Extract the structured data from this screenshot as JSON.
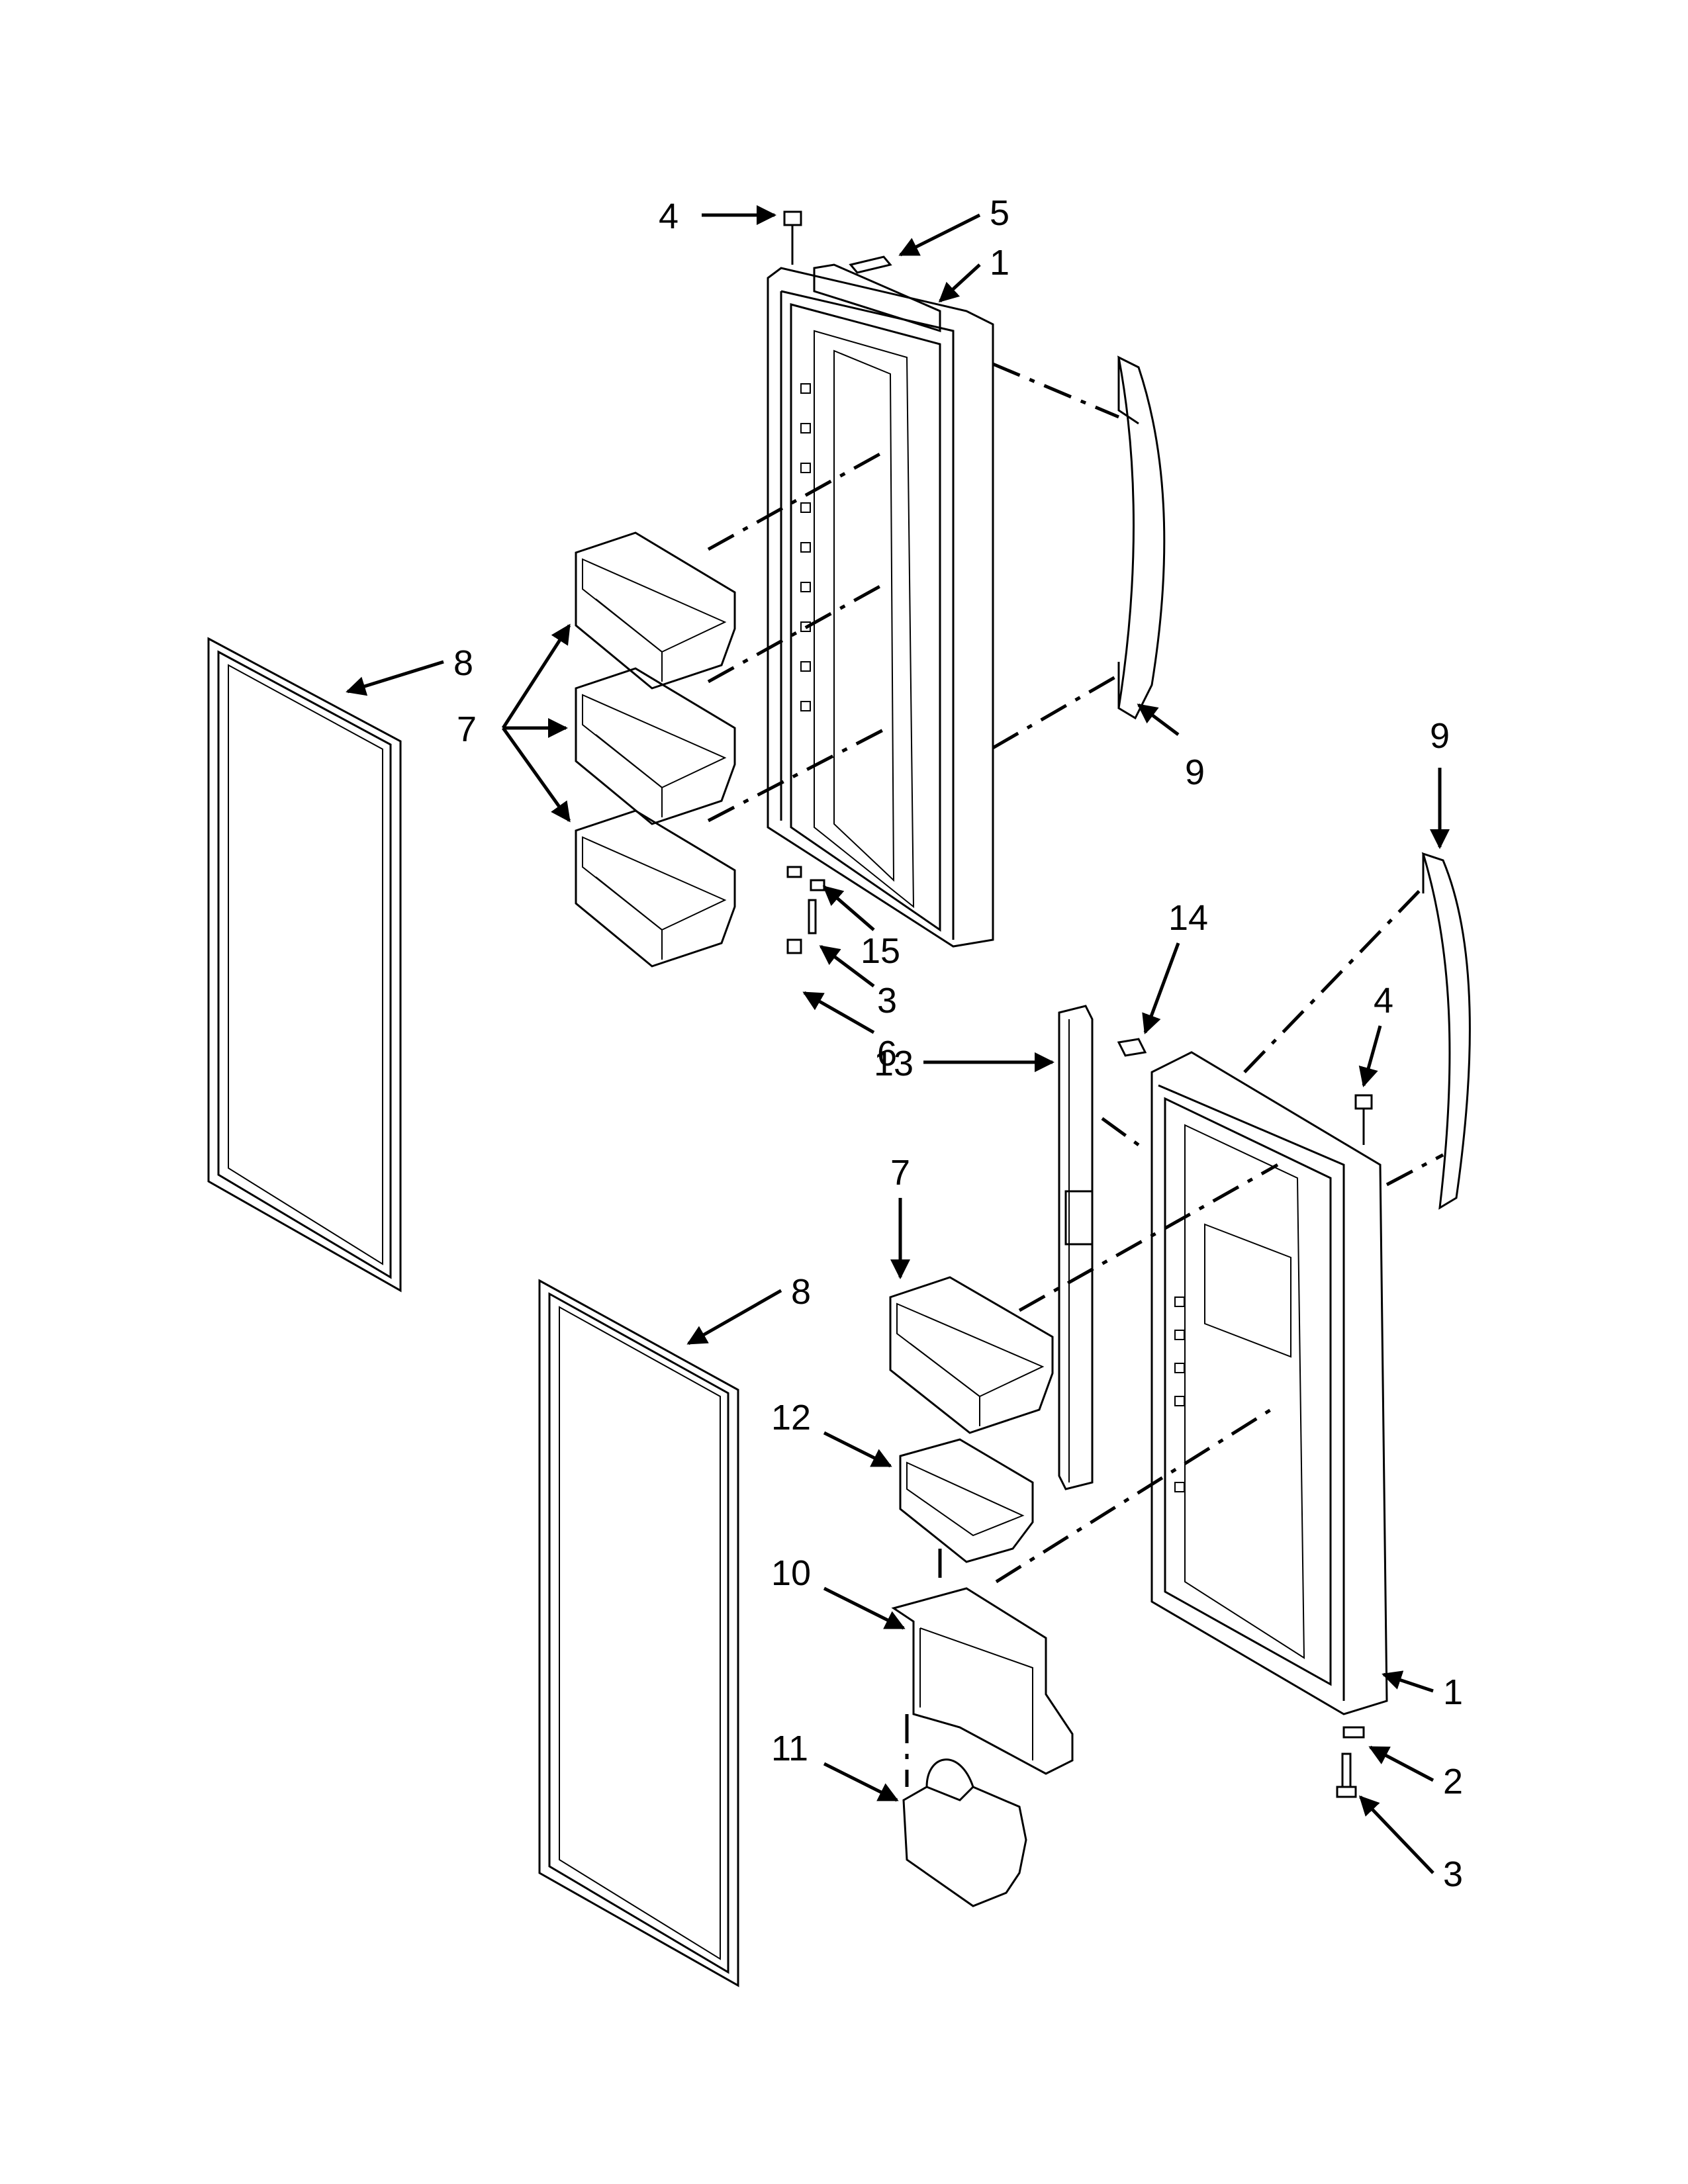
{
  "colors": {
    "line": "#000000",
    "background": "#ffffff"
  },
  "callouts": {
    "top_door_hinge_pin": "4",
    "top_door_hinge_cover": "5",
    "top_door": "1",
    "top_handle_upper": "9",
    "top_handle_lower": "9",
    "top_gasket": "8",
    "top_bins": "7",
    "top_washer": "15",
    "top_screw": "3",
    "top_cap": "6",
    "right_handle": "9",
    "mullion_screw": "14",
    "right_hinge_pin": "4",
    "mullion": "13",
    "right_bin": "7",
    "lower_gasket": "8",
    "chute_housing": "12",
    "dispenser_frame": "10",
    "dispenser_bin": "11",
    "right_door": "1",
    "right_washer": "2",
    "right_screw": "3"
  }
}
